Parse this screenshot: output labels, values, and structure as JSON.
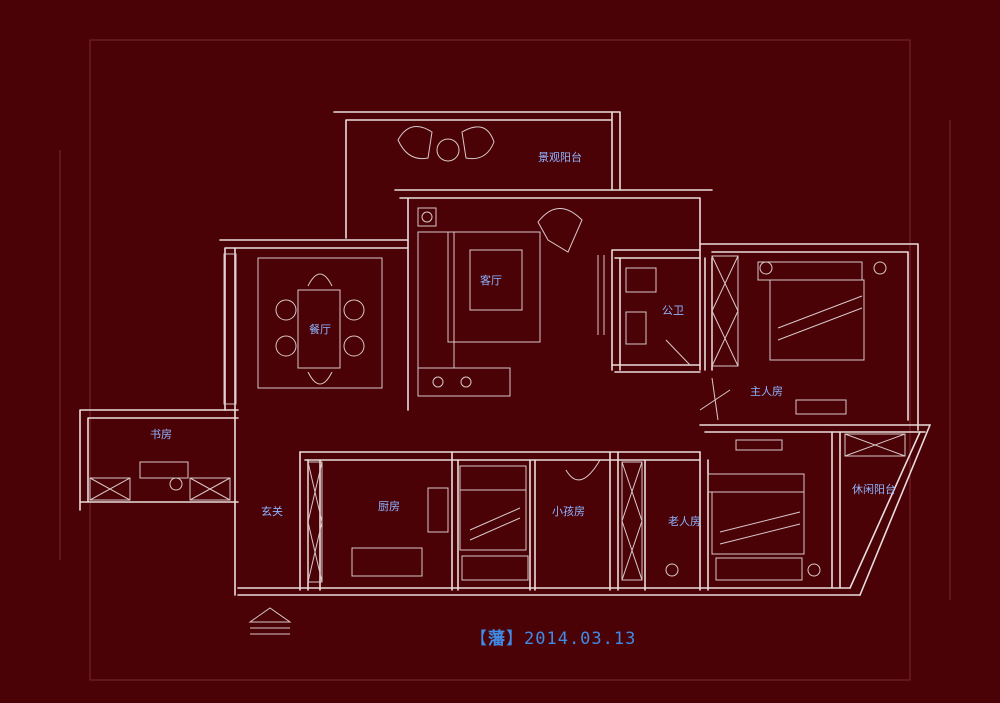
{
  "rooms": {
    "balcony_view": "景观阳台",
    "living_room": "客厅",
    "dining_room": "餐厅",
    "public_bath": "公卫",
    "master_bedroom": "主人房",
    "study": "书房",
    "entrance": "玄关",
    "kitchen": "厨房",
    "kids_room": "小孩房",
    "elder_room": "老人房",
    "leisure_balcony": "休闲阳台"
  },
  "caption": {
    "open": "【",
    "name": "藩",
    "close": "】",
    "date": "2014.03.13"
  },
  "colors": {
    "background": "#4a0207",
    "lines": "#e9dcdc",
    "labels": "#8fb4ff",
    "caption": "#3f8be6"
  }
}
